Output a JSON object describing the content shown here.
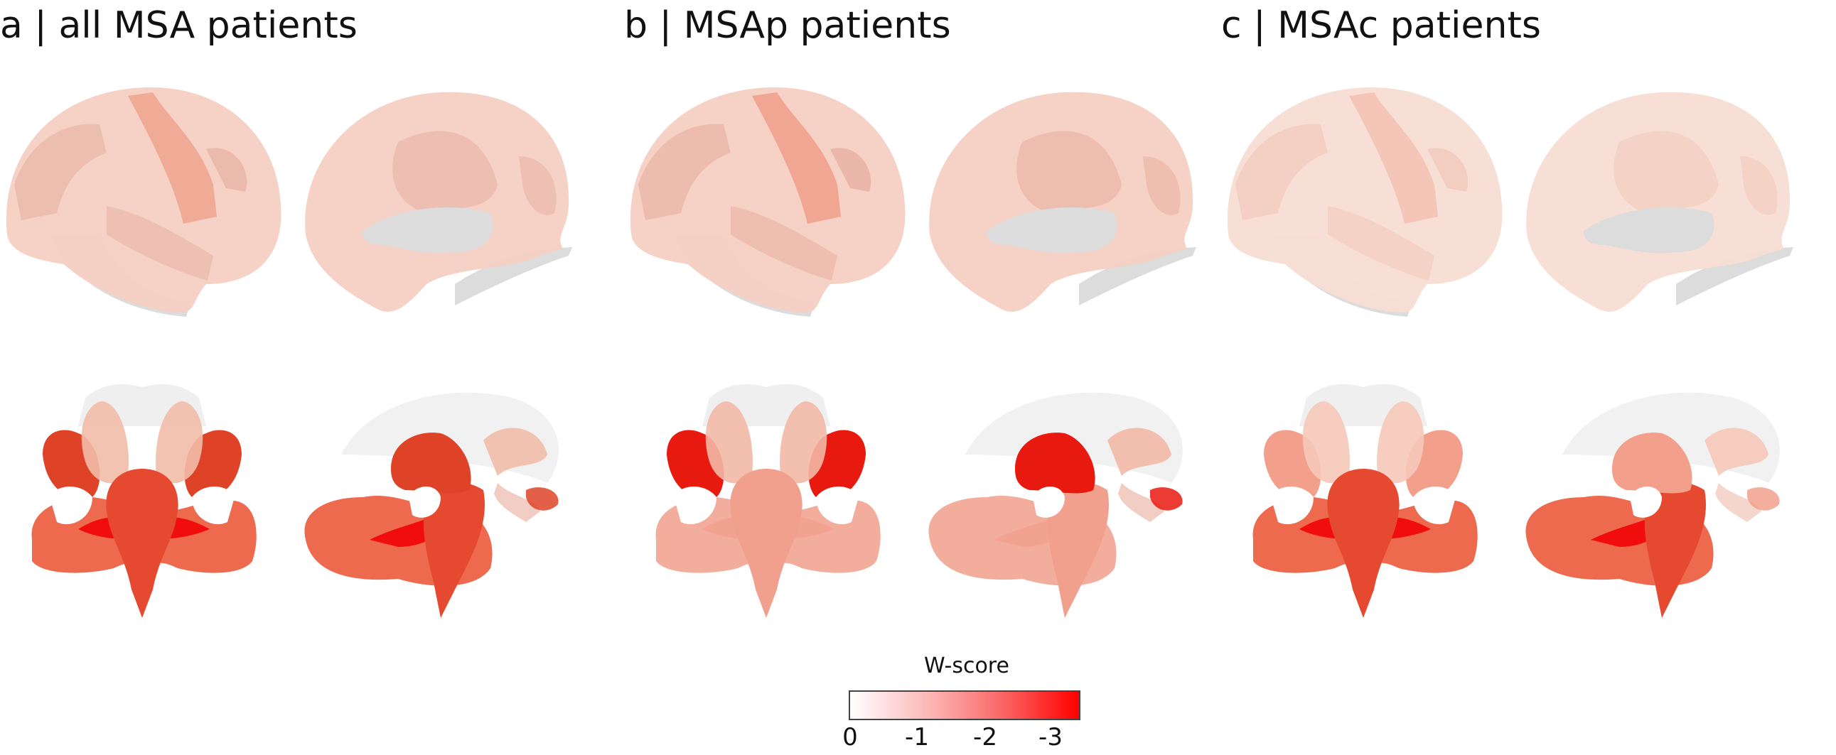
{
  "panels": [
    {
      "title": "a | all MSA patients",
      "colors": {
        "cortex": "#f5cfc2",
        "cortex_dark": "#e6b0a2",
        "cortex_accent": "#eea48e",
        "cortex_grey": "#dcdcdc",
        "thalamus": "#f0b6a2",
        "putamen": "#de4327",
        "pallidum": "#ffffff",
        "brainstem": "#e54a30",
        "cerebellum": "#ee6a4e",
        "cer_core": "#f20d0d",
        "caudate": "#f2bda9",
        "hippocampus": "#f0c8bd"
      }
    },
    {
      "title": "b | MSAp patients",
      "colors": {
        "cortex": "#f5cfc2",
        "cortex_dark": "#e6ad9e",
        "cortex_accent": "#ee9f88",
        "cortex_grey": "#dcdcdc",
        "thalamus": "#f0b6a2",
        "putamen": "#e8190f",
        "pallidum": "#ffffff",
        "brainstem": "#f0a08c",
        "cerebellum": "#f2ad9c",
        "cer_core": "#f2a390",
        "caudate": "#f2b8a6",
        "hippocampus": "#f0c8bd"
      }
    },
    {
      "title": "c | MSAc patients",
      "colors": {
        "cortex": "#f8ddd3",
        "cortex_dark": "#f0c6b8",
        "cortex_accent": "#f2c2b2",
        "cortex_grey": "#dcdcdc",
        "thalamus": "#f5cfc2",
        "putamen": "#f2a08c",
        "pallidum": "#ffffff",
        "brainstem": "#e54a30",
        "cerebellum": "#ee6a4e",
        "cer_core": "#f20d0d",
        "caudate": "#f5c8b8",
        "hippocampus": "#f3d2c8"
      }
    }
  ],
  "legend": {
    "title": "W-score",
    "ticks": [
      "0",
      "-1",
      "-2",
      "-3"
    ],
    "range": [
      0,
      -3.5
    ],
    "colors": [
      "#ffffff",
      "#ff0000"
    ]
  }
}
